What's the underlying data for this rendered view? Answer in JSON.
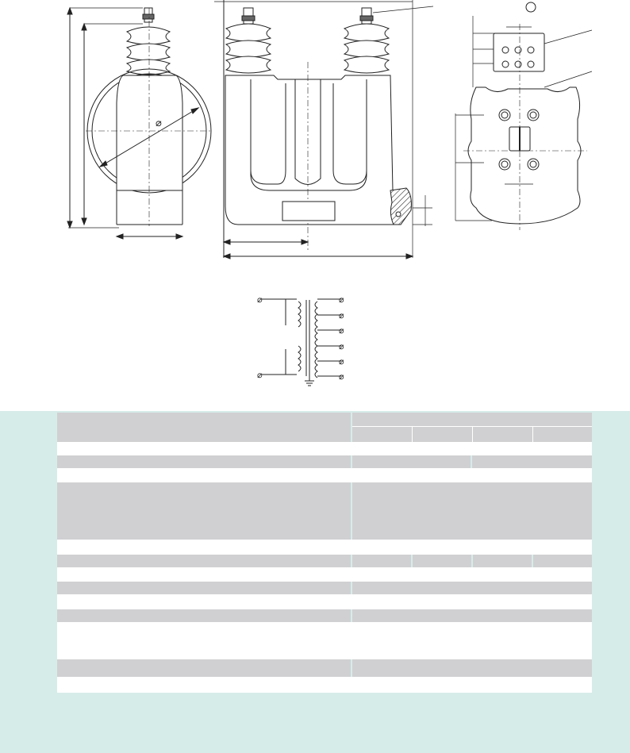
{
  "document": {
    "type": "technical-drawing-with-spec-table",
    "drawings": [
      {
        "view": "side-view"
      },
      {
        "view": "front-view"
      },
      {
        "view": "terminal-box-view"
      },
      {
        "view": "wiring-schematic"
      }
    ],
    "table": {
      "rows": [
        {
          "style": "header"
        },
        {
          "style": "plain"
        },
        {
          "style": "shaded",
          "value_cells": 2
        },
        {
          "style": "plain"
        },
        {
          "style": "shaded-tall"
        },
        {
          "style": "plain"
        },
        {
          "style": "shaded",
          "value_cells": 4
        },
        {
          "style": "plain"
        },
        {
          "style": "shaded"
        },
        {
          "style": "plain"
        },
        {
          "style": "shaded"
        },
        {
          "style": "plain-tall"
        },
        {
          "style": "shaded"
        },
        {
          "style": "plain"
        }
      ],
      "header_subcolumns": 4
    }
  },
  "icons": {
    "terminal": "terminal-circle-icon",
    "diameter": "diameter-symbol-icon",
    "ground": "ground-icon"
  },
  "colors": {
    "band": "#d6ece9",
    "header": "#d0d0d2",
    "shaded_row": "#d0d0d2",
    "plain_row": "#ffffff",
    "line": "#222222",
    "hatch": "#333333"
  }
}
